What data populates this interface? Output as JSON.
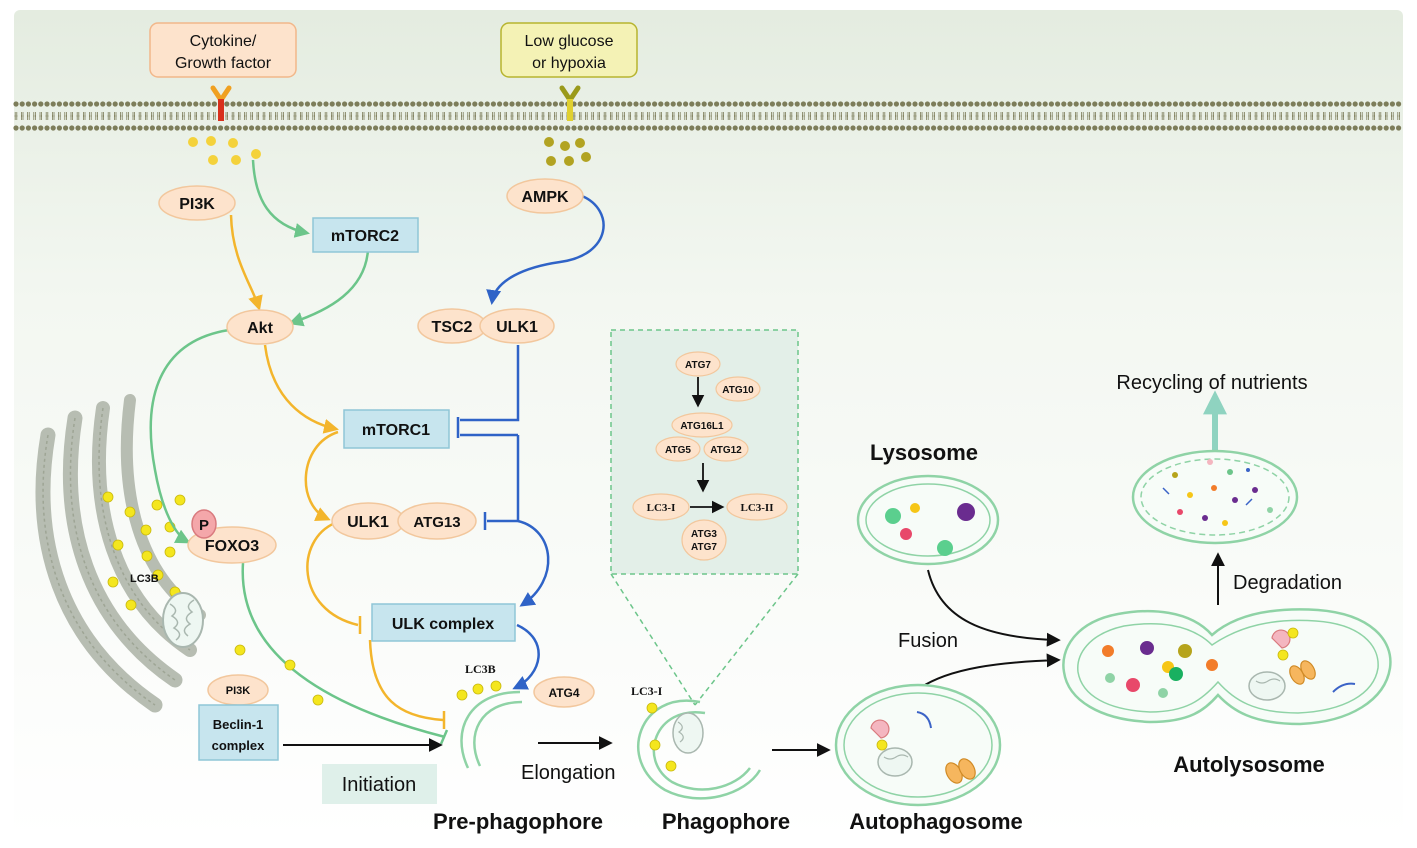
{
  "stimuli": {
    "cytokine": [
      "Cytokine/",
      "Growth factor"
    ],
    "glucose": [
      "Low glucose",
      "or hypoxia"
    ]
  },
  "nodes": {
    "pi3k": "PI3K",
    "mtorc2": "mTORC2",
    "akt": "Akt",
    "ampk": "AMPK",
    "tsc2": "TSC2",
    "ulk1_a": "ULK1",
    "mtorc1": "mTORC1",
    "ulk1_b": "ULK1",
    "atg13": "ATG13",
    "ulk_complex": "ULK complex",
    "p": "P",
    "foxo3": "FOXO3",
    "lc3b_er": "LC3B",
    "pi3k_small": "PI3K",
    "beclin": [
      "Beclin-1",
      "complex"
    ],
    "lc3b_pre": "LC3B",
    "atg4": "ATG4",
    "lc3i_phago": "LC3-I"
  },
  "inset": {
    "atg7": "ATG7",
    "atg10": "ATG10",
    "atg16l1": "ATG16L1",
    "atg5": "ATG5",
    "atg12": "ATG12",
    "lc3i": "LC3-I",
    "lc3ii": "LC3-II",
    "atg3": "ATG3",
    "atg7b": "ATG7"
  },
  "stages": {
    "initiation": "Initiation",
    "elongation": "Elongation",
    "fusion": "Fusion",
    "degradation": "Degradation",
    "recycling": "Recycling of nutrients",
    "lysosome": "Lysosome",
    "pre_phagophore": "Pre-phagophore",
    "phagophore": "Phagophore",
    "autophagosome": "Autophagosome",
    "autolysosome": "Autolysosome"
  },
  "colors": {
    "membrane": "#7d7d5a",
    "green_arrow": "#6cc58a",
    "orange_arrow": "#f3b52c",
    "blue_arrow": "#2f63c7",
    "node_fill": "#fde3cc",
    "node_stroke": "#f2c79d",
    "box_fill": "#c7e5ee",
    "box_stroke": "#8fc6d7",
    "vesicle": "#8fd3a6",
    "golgi": "#b7bdb2"
  }
}
